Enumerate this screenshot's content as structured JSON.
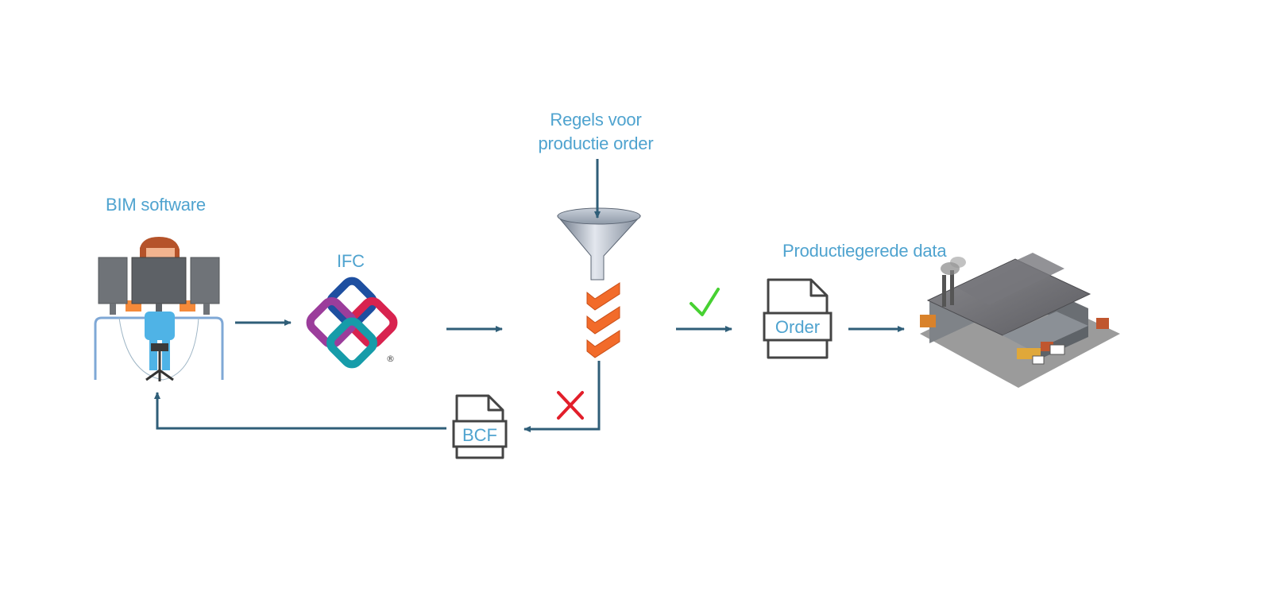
{
  "labels": {
    "bim_software": "BIM software",
    "ifc": "IFC",
    "rules_line1": "Regels voor",
    "rules_line2": "productie order",
    "production_ready_data": "Productiegerede data"
  },
  "documents": {
    "order": "Order",
    "bcf": "BCF"
  },
  "registered_mark": "®",
  "icons": {
    "developer": "developer-at-workstation-icon",
    "ifc_logo": "ifc-logo-icon",
    "funnel": "funnel-icon",
    "chevrons": "chevron-filter-icon",
    "check": "checkmark-icon",
    "cross": "cross-icon",
    "factory": "factory-icon"
  },
  "colors": {
    "label": "#4fa3cf",
    "arrow": "#2f5e78",
    "chevron": "#f26b2a",
    "check": "#47d132",
    "cross": "#e21e2a"
  }
}
